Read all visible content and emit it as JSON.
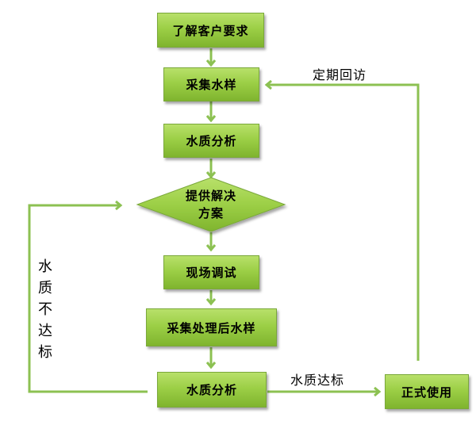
{
  "nodes": {
    "understand": "了解客户要求",
    "sample": "采集水样",
    "analysis1": "水质分析",
    "solution_line1": "提供解决",
    "solution_line2": "方案",
    "debug": "现场调试",
    "sample_treated": "采集处理后水样",
    "analysis2": "水质分析",
    "use": "正式使用"
  },
  "edge_labels": {
    "revisit": "定期回访",
    "pass": "水质达标",
    "fail": "水质不达标"
  },
  "colors": {
    "node_fill": "#9ccf46",
    "connector": "#8cc152"
  }
}
